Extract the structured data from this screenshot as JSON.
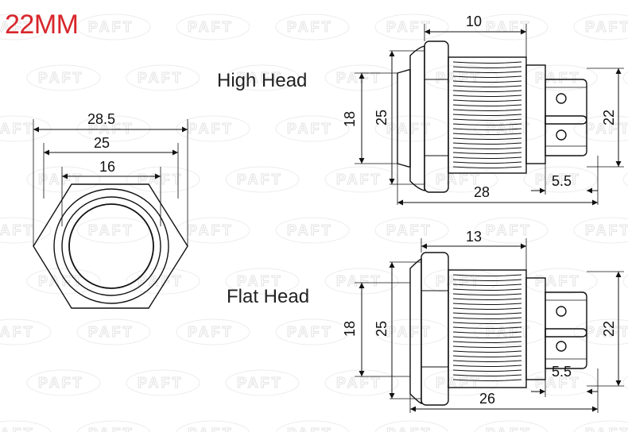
{
  "title": "22MM",
  "title_color": "#d8262c",
  "watermark": "PAFT",
  "labels": {
    "high_head": "High Head",
    "flat_head": "Flat Head"
  },
  "front_view": {
    "dim_outer": "28.5",
    "dim_mid": "25",
    "dim_inner": "16"
  },
  "high_head_view": {
    "dim_top": "10",
    "dim_left_outer": "18",
    "dim_left_inner": "25",
    "dim_right": "22",
    "dim_terminal": "5.5",
    "dim_length": "28"
  },
  "flat_head_view": {
    "dim_top": "13",
    "dim_left_outer": "18",
    "dim_left_inner": "25",
    "dim_right": "22",
    "dim_terminal": "5.5",
    "dim_length": "26"
  }
}
